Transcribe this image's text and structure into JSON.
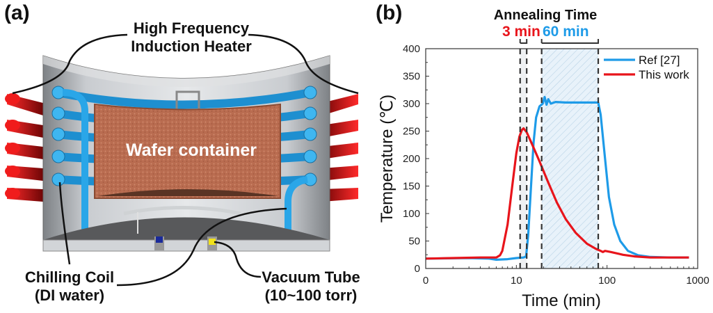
{
  "panel_a": {
    "label": "(a)",
    "callouts": {
      "heater_line1": "High Frequency",
      "heater_line2": "Induction Heater",
      "container": "Wafer container",
      "chilling_line1": "Chilling Coil",
      "chilling_line2": "(DI water)",
      "vacuum_line1": "Vacuum Tube",
      "vacuum_line2": "(10~100 torr)"
    },
    "colors": {
      "coil_red": "#e8141b",
      "coil_dark": "#7a0a0a",
      "chiller_blue": "#2aa6e8",
      "container_brown": "#b86a4e",
      "chamber_gray": "#b8bcc0"
    }
  },
  "panel_b": {
    "label": "(b)",
    "annotation_title": "Annealing Time",
    "annotation_short": "3 min",
    "annotation_long": "60 min",
    "colors": {
      "short": "#e8141b",
      "long": "#1e9be8"
    }
  },
  "chart_data": {
    "type": "line",
    "title": "",
    "xlabel": "Time (min)",
    "ylabel": "Temperature (℃)",
    "xscale": "log",
    "xlim": [
      1,
      1000
    ],
    "ylim": [
      0,
      400
    ],
    "xticks": [
      {
        "v": 1,
        "label": "0"
      },
      {
        "v": 10,
        "label": "10"
      },
      {
        "v": 100,
        "label": "100"
      },
      {
        "v": 1000,
        "label": "1000"
      }
    ],
    "yticks": [
      0,
      50,
      100,
      150,
      200,
      250,
      300,
      350,
      400
    ],
    "legend_position": "top-right",
    "series": [
      {
        "name": "Ref [27]",
        "color": "#1e9be8",
        "points": [
          [
            1,
            18
          ],
          [
            3,
            19
          ],
          [
            5,
            18
          ],
          [
            6,
            16
          ],
          [
            8,
            17
          ],
          [
            10,
            19
          ],
          [
            12,
            20
          ],
          [
            12.8,
            22
          ],
          [
            13.5,
            60
          ],
          [
            14.5,
            150
          ],
          [
            15.5,
            230
          ],
          [
            16.5,
            275
          ],
          [
            18,
            295
          ],
          [
            19.5,
            300
          ],
          [
            20.5,
            312
          ],
          [
            21.5,
            298
          ],
          [
            22.5,
            308
          ],
          [
            24,
            300
          ],
          [
            27,
            303
          ],
          [
            35,
            302
          ],
          [
            50,
            302
          ],
          [
            70,
            302
          ],
          [
            80,
            302
          ],
          [
            85,
            280
          ],
          [
            95,
            200
          ],
          [
            105,
            130
          ],
          [
            120,
            80
          ],
          [
            140,
            50
          ],
          [
            170,
            32
          ],
          [
            220,
            24
          ],
          [
            300,
            21
          ],
          [
            500,
            20
          ],
          [
            800,
            20
          ]
        ]
      },
      {
        "name": "This work",
        "color": "#e8141b",
        "points": [
          [
            1,
            18
          ],
          [
            2,
            19
          ],
          [
            4,
            20
          ],
          [
            6,
            20
          ],
          [
            6.6,
            24
          ],
          [
            7,
            32
          ],
          [
            8,
            80
          ],
          [
            9,
            150
          ],
          [
            10,
            210
          ],
          [
            10.8,
            240
          ],
          [
            11.5,
            252
          ],
          [
            12,
            255
          ],
          [
            13,
            248
          ],
          [
            15,
            225
          ],
          [
            18,
            195
          ],
          [
            22,
            160
          ],
          [
            28,
            120
          ],
          [
            35,
            90
          ],
          [
            45,
            65
          ],
          [
            60,
            45
          ],
          [
            75,
            36
          ],
          [
            85,
            32
          ],
          [
            90,
            30
          ],
          [
            95,
            32
          ],
          [
            110,
            30
          ],
          [
            150,
            25
          ],
          [
            200,
            22
          ],
          [
            300,
            20
          ],
          [
            500,
            20
          ],
          [
            800,
            20
          ]
        ]
      }
    ],
    "shaded_regions": [
      {
        "name": "3 min",
        "from": 11,
        "to": 13
      },
      {
        "name": "60 min",
        "from": 19,
        "to": 80
      }
    ]
  }
}
